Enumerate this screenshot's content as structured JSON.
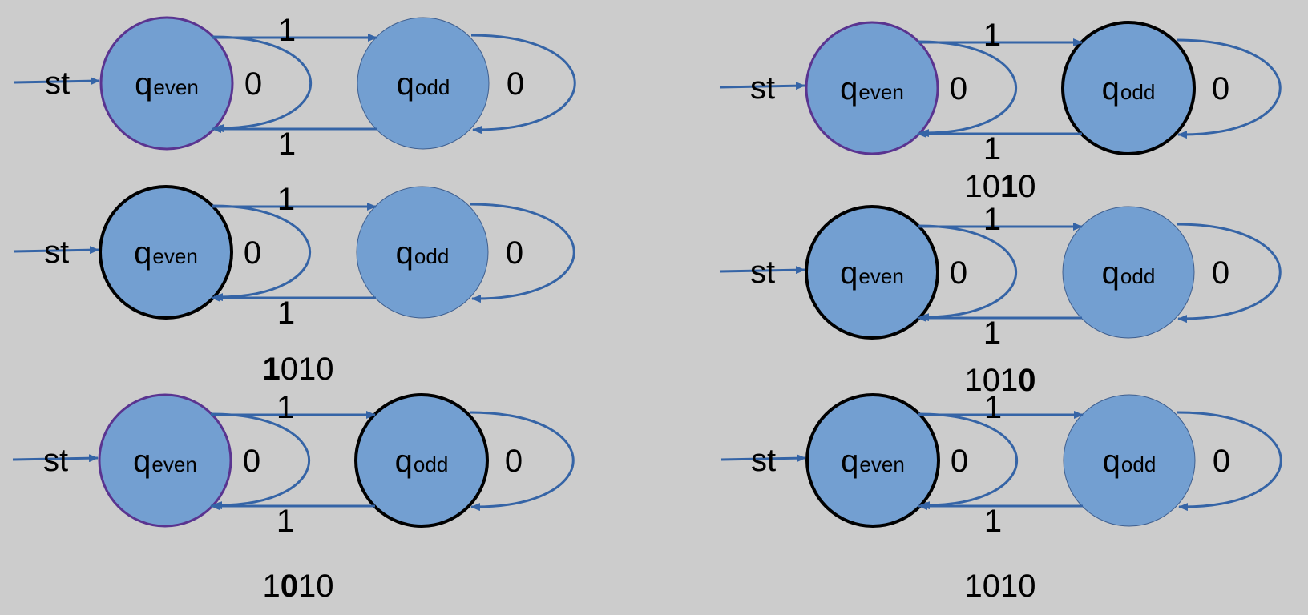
{
  "colors": {
    "background": "#cccccc",
    "state_fill": "#739fd1",
    "edge": "#3564a6",
    "current_outline_black": "#000000",
    "start_outline_purple": "#5a3490",
    "thin_outline": "#3f5f8f"
  },
  "labels": {
    "start": "st",
    "q": "q",
    "even_sub": "even",
    "odd_sub": "odd",
    "one": "1",
    "zero": "0"
  },
  "panels": [
    {
      "id": "p1",
      "even_outline": "purple",
      "odd_outline": "thin",
      "caption": null
    },
    {
      "id": "p2",
      "even_outline": "black",
      "odd_outline": "thin",
      "caption": {
        "pre": "",
        "bold": "1",
        "post": "010"
      }
    },
    {
      "id": "p3",
      "even_outline": "purple",
      "odd_outline": "black",
      "caption": {
        "pre": "1",
        "bold": "0",
        "post": "10"
      }
    },
    {
      "id": "p4",
      "even_outline": "purple",
      "odd_outline": "black",
      "caption": {
        "pre": "10",
        "bold": "1",
        "post": "0"
      }
    },
    {
      "id": "p5",
      "even_outline": "black",
      "odd_outline": "thin",
      "caption": {
        "pre": "101",
        "bold": "0",
        "post": ""
      }
    },
    {
      "id": "p6",
      "even_outline": "black",
      "odd_outline": "thin",
      "caption": {
        "pre": "",
        "bold": "",
        "post": "1010"
      }
    }
  ]
}
